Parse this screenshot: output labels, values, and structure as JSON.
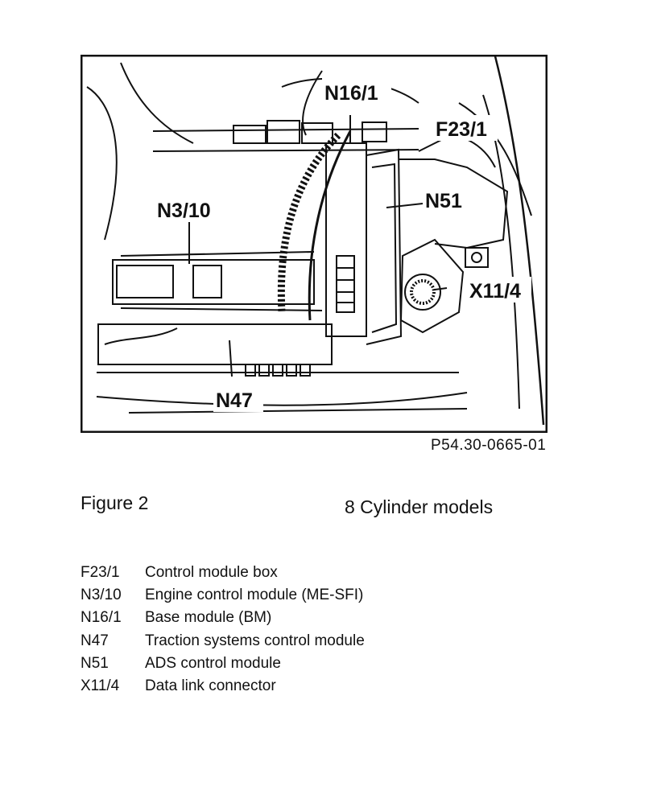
{
  "diagram": {
    "callouts": {
      "n16_1": "N16/1",
      "f23_1": "F23/1",
      "n3_10": "N3/10",
      "n51": "N51",
      "x11_4": "X11/4",
      "n47": "N47"
    },
    "ref_code": "P54.30-0665-01"
  },
  "figure": {
    "title": "Figure 2",
    "subtitle": "8 Cylinder models"
  },
  "legend": [
    {
      "code": "F23/1",
      "desc": "Control module box"
    },
    {
      "code": "N3/10",
      "desc": "Engine control module (ME-SFI)"
    },
    {
      "code": "N16/1",
      "desc": "Base module (BM)"
    },
    {
      "code": "N47",
      "desc": "Traction systems control module"
    },
    {
      "code": "N51",
      "desc": "ADS control module"
    },
    {
      "code": "X11/4",
      "desc": "Data link connector"
    }
  ]
}
